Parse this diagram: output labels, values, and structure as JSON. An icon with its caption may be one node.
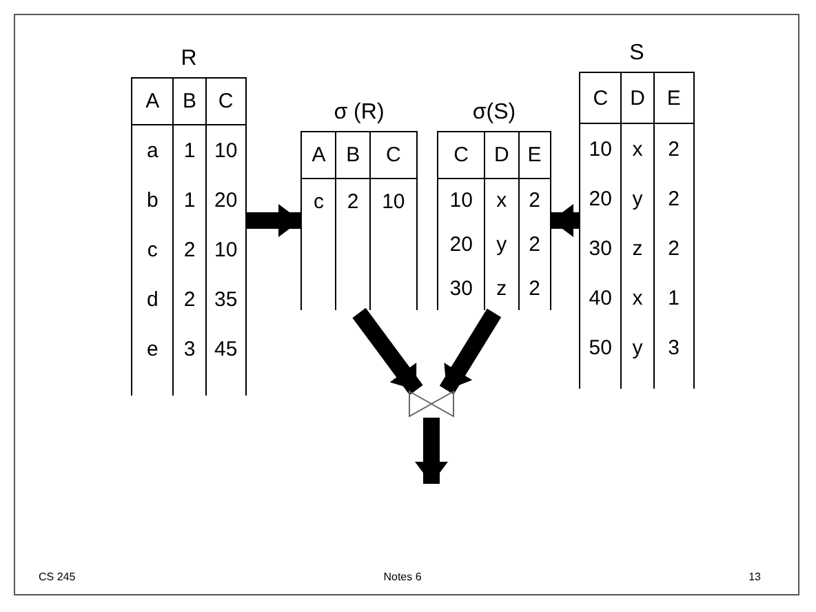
{
  "diagram": {
    "nodes": [
      {
        "text": [
          "R",
          "A",
          "B",
          "C",
          "a",
          "1",
          "10",
          "b",
          "1",
          "20",
          "c",
          "2",
          "10",
          "d",
          "2",
          "35",
          "e",
          "3",
          "45"
        ]
      },
      {
        "text": [
          "σ (R)",
          "A",
          "B",
          "C",
          "c",
          "2",
          "10"
        ]
      },
      {
        "text": [
          "σ(S)",
          "C",
          "D",
          "E",
          "10",
          "x",
          "2",
          "20",
          "y",
          "2",
          "30",
          "z",
          "2"
        ]
      },
      {
        "text": [
          "S",
          "C",
          "D",
          "E",
          "10",
          "x",
          "2",
          "20",
          "y",
          "2",
          "30",
          "z",
          "2",
          "40",
          "x",
          "1",
          "50",
          "y",
          "3"
        ]
      },
      {
        "text": [],
        "shape": "bowtie"
      }
    ],
    "edges": [
      {
        "from": 0,
        "to": 1,
        "arrow": "to"
      },
      {
        "from": 3,
        "to": 2,
        "arrow": "to"
      },
      {
        "from": 1,
        "to": 4,
        "arrow": "to"
      },
      {
        "from": 2,
        "to": 4,
        "arrow": "to"
      },
      {
        "from": 4,
        "to": null,
        "arrow": "to"
      }
    ],
    "labels": [
      "CS 245",
      "Notes 6",
      "13"
    ]
  }
}
